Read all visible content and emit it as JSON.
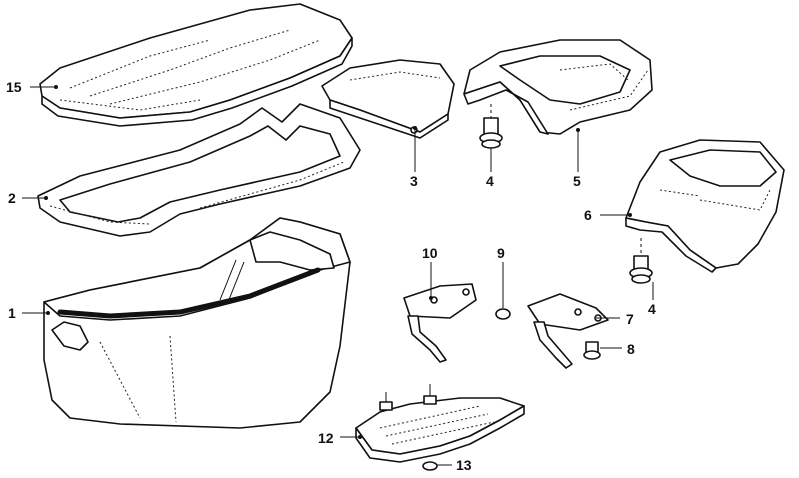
{
  "callouts": [
    {
      "id": "c15",
      "text": "15"
    },
    {
      "id": "c2",
      "text": "2"
    },
    {
      "id": "c1",
      "text": "1"
    },
    {
      "id": "c3",
      "text": "3"
    },
    {
      "id": "c4a",
      "text": "4"
    },
    {
      "id": "c5",
      "text": "5"
    },
    {
      "id": "c6",
      "text": "6"
    },
    {
      "id": "c4b",
      "text": "4"
    },
    {
      "id": "c10",
      "text": "10"
    },
    {
      "id": "c9",
      "text": "9"
    },
    {
      "id": "c7",
      "text": "7"
    },
    {
      "id": "c8",
      "text": "8"
    },
    {
      "id": "c12",
      "text": "12"
    },
    {
      "id": "c13",
      "text": "13"
    }
  ]
}
